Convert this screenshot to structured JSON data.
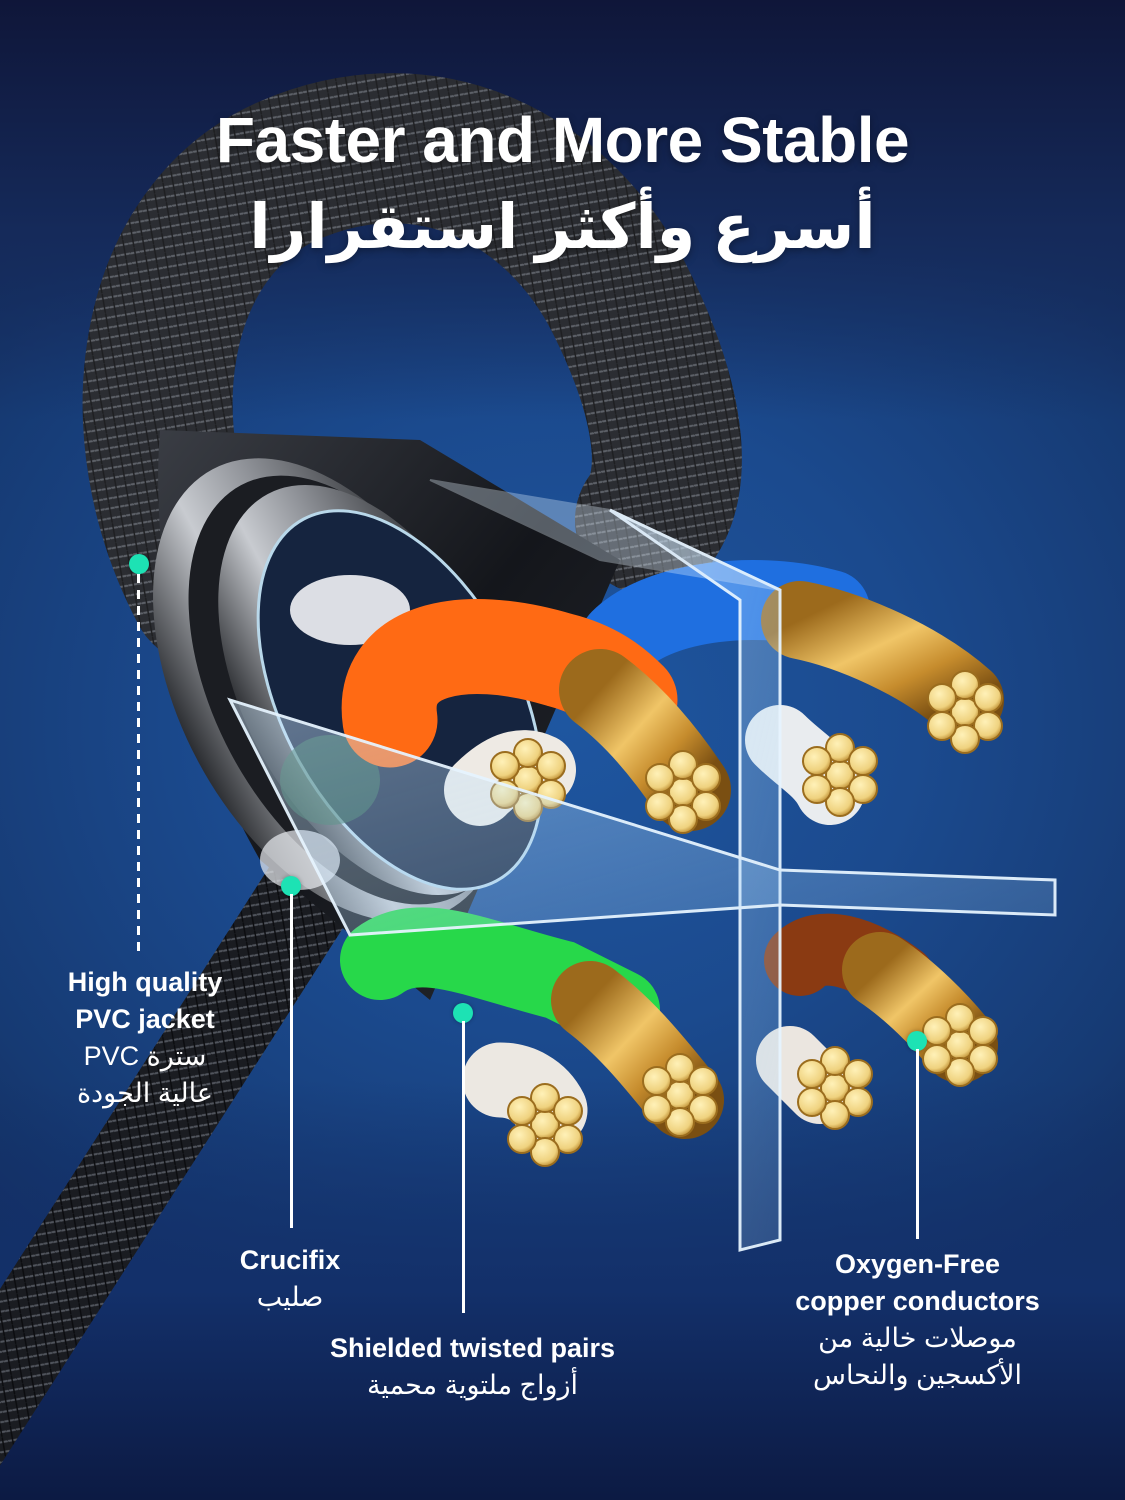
{
  "headline": {
    "english": "Faster and More Stable",
    "arabic": "أسرع وأكثر استقرارا"
  },
  "callouts": [
    {
      "id": "pvc-jacket",
      "english_lines": [
        "High quality",
        "PVC jacket"
      ],
      "arabic_lines": [
        "سترة PVC",
        "عالية الجودة"
      ],
      "line_style": "dashed"
    },
    {
      "id": "crucifix",
      "english_lines": [
        "Crucifix"
      ],
      "arabic_lines": [
        "صليب"
      ],
      "line_style": "solid"
    },
    {
      "id": "shielded-twisted-pairs",
      "english_lines": [
        "Shielded twisted pairs"
      ],
      "arabic_lines": [
        "أزواج ملتوية محمية"
      ],
      "line_style": "solid"
    },
    {
      "id": "oxygen-free-copper",
      "english_lines": [
        "Oxygen-Free",
        "copper conductors"
      ],
      "arabic_lines": [
        "موصلات خالية من",
        "الأكسجين والنحاس"
      ],
      "line_style": "solid"
    }
  ],
  "colors": {
    "background_center": "#1e56a0",
    "background_edge": "#0f1f45",
    "callout_dot": "#1de2b4",
    "text": "#ffffff",
    "wire_orange": "#ff6a14",
    "wire_blue": "#1f6fe0",
    "wire_green": "#27d84a",
    "wire_brown": "#8a3a12",
    "copper": "#d9a441",
    "copper_end": "#f3dc8c"
  }
}
